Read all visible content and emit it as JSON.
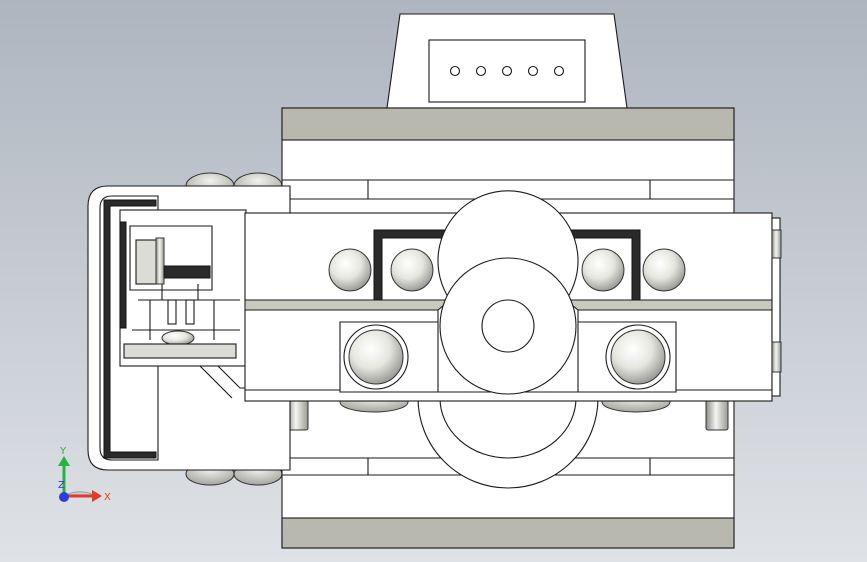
{
  "triad": {
    "x_label": "X",
    "y_label": "Y",
    "z_label": "Z",
    "colors": {
      "x": "#e23a2a",
      "y": "#27b340",
      "z": "#2b3fd6"
    }
  },
  "viewport": {
    "background_top": "#aeb5bf",
    "background_bottom": "#dfe2e6"
  }
}
